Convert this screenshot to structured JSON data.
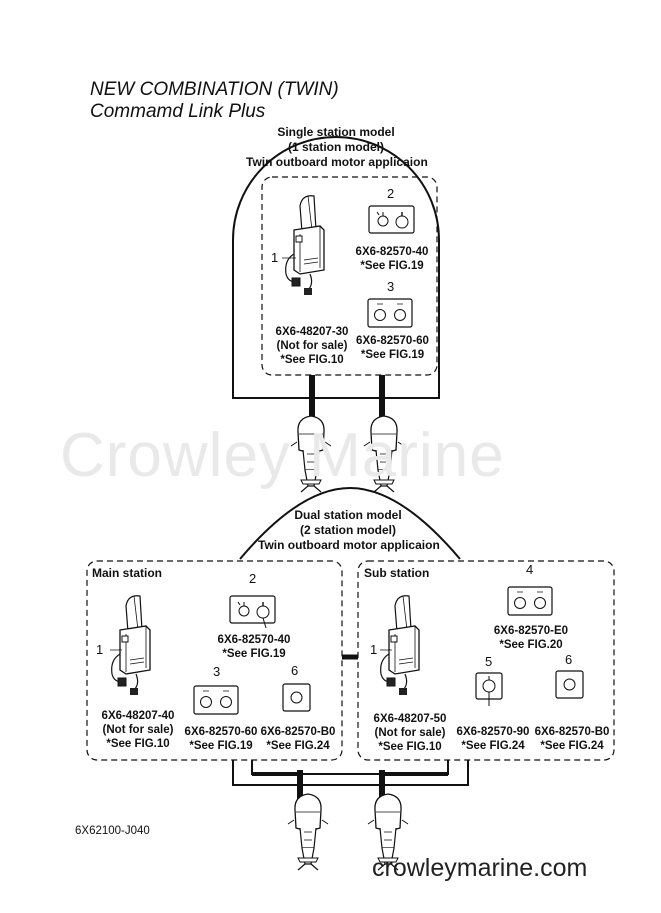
{
  "title": {
    "line1": "NEW COMBINATION (TWIN)",
    "line2": "Commamd Link Plus"
  },
  "watermark": "Crowley Marine",
  "single": {
    "header": [
      "Single station model",
      "(1 station model)",
      "Twin outboard motor applicaion"
    ],
    "items": [
      {
        "num": "1",
        "lines": [
          "6X6-48207-30",
          "(Not for sale)",
          "*See FIG.10"
        ]
      },
      {
        "num": "2",
        "lines": [
          "6X6-82570-40",
          "*See FIG.19"
        ]
      },
      {
        "num": "3",
        "lines": [
          "6X6-82570-60",
          "*See FIG.19"
        ]
      }
    ]
  },
  "dual": {
    "header": [
      "Dual station model",
      "(2 station model)",
      "Twin outboard motor applicaion"
    ],
    "main": {
      "label": "Main station",
      "items": [
        {
          "num": "1",
          "lines": [
            "6X6-48207-40",
            "(Not for sale)",
            "*See FIG.10"
          ]
        },
        {
          "num": "2",
          "lines": [
            "6X6-82570-40",
            "*See FIG.19"
          ]
        },
        {
          "num": "3",
          "lines": [
            "6X6-82570-60",
            "*See FIG.19"
          ]
        },
        {
          "num": "6",
          "lines": [
            "6X6-82570-B0",
            "*See FIG.24"
          ]
        }
      ]
    },
    "sub": {
      "label": "Sub station",
      "items": [
        {
          "num": "1",
          "lines": [
            "6X6-48207-50",
            "(Not for sale)",
            "*See FIG.10"
          ]
        },
        {
          "num": "4",
          "lines": [
            "6X6-82570-E0",
            "*See FIG.20"
          ]
        },
        {
          "num": "5",
          "lines": [
            "6X6-82570-90",
            "*See FIG.24"
          ]
        },
        {
          "num": "6",
          "lines": [
            "6X6-82570-B0",
            "*See FIG.24"
          ]
        }
      ]
    }
  },
  "drawing_code": "6X62100-J040",
  "site_url": "crowleymarine.com"
}
